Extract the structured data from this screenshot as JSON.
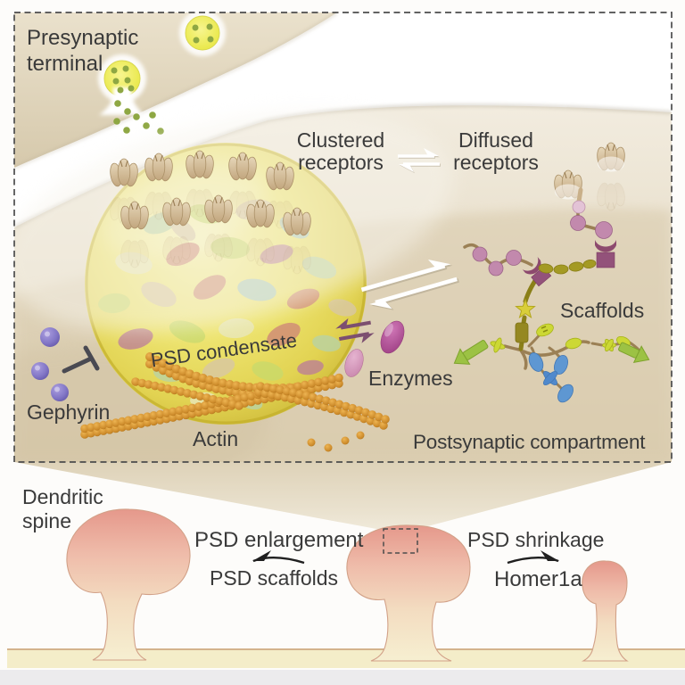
{
  "panel": {
    "presynaptic_line1": "Presynaptic",
    "presynaptic_line2": "terminal",
    "clustered_line1": "Clustered",
    "clustered_line2": "receptors",
    "diffused_line1": "Diffused",
    "diffused_line2": "receptors",
    "condensate_label": "PSD condensate",
    "gephyrin_label": "Gephyrin",
    "actin_label": "Actin",
    "enzymes_label": "Enzymes",
    "scaffolds_label": "Scaffolds",
    "postsynaptic_label": "Postsynaptic compartment"
  },
  "bottom": {
    "dendritic_line1": "Dendritic",
    "dendritic_line2": "spine",
    "enlargement_label": "PSD enlargement",
    "enlargement_cause": "PSD scaffolds",
    "shrinkage_label": "PSD shrinkage",
    "shrinkage_cause": "Homer1a"
  },
  "colors": {
    "text": "#3a3a3a",
    "presynaptic_fill": "#e2d7c0",
    "postsynaptic_fill": "#e6dcc6",
    "condensate_core": "#efe66b",
    "condensate_rim": "#c2ae2a",
    "condensate_palette": [
      "#d08a76",
      "#c9d96a",
      "#b9d2a2",
      "#d8c7a2",
      "#e8e6b8",
      "#bd8194",
      "#a9cbc2"
    ],
    "receptor_fill": "#d9c6a4",
    "actin_bead": "#c8882a",
    "gephyrin_sphere": "#8276c6",
    "vesicle_fill": "#eeee58",
    "vesicle_dot": "#8ea743",
    "enzyme_dark": "#b0539b",
    "enzyme_light": "#d79ac0",
    "scaffold_olive": "#a49a24",
    "scaffold_green": "#9cc244",
    "scaffold_chartreuse": "#ccd835",
    "scaffold_blue": "#5e97d2",
    "scaffold_maroon": "#8d4a6e",
    "scaffold_bead": "#c289ad",
    "spine_pink": "#e89a8c",
    "dendrite_fill": "#f4edc9"
  }
}
